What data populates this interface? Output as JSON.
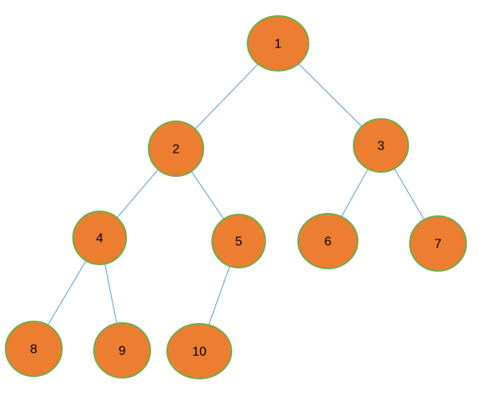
{
  "colors": {
    "node_fill": "#ed7d31",
    "node_stroke": "#70ad47",
    "edge": "#5b9bd5",
    "label": "#000000"
  },
  "nodes": [
    {
      "id": "n1",
      "label": "1"
    },
    {
      "id": "n2",
      "label": "2"
    },
    {
      "id": "n3",
      "label": "3"
    },
    {
      "id": "n4",
      "label": "4"
    },
    {
      "id": "n5",
      "label": "5"
    },
    {
      "id": "n6",
      "label": "6"
    },
    {
      "id": "n7",
      "label": "7"
    },
    {
      "id": "n8",
      "label": "8"
    },
    {
      "id": "n9",
      "label": "9"
    },
    {
      "id": "n10",
      "label": "10"
    }
  ],
  "edges": [
    {
      "from": "n1",
      "to": "n2"
    },
    {
      "from": "n1",
      "to": "n3"
    },
    {
      "from": "n2",
      "to": "n4"
    },
    {
      "from": "n2",
      "to": "n5"
    },
    {
      "from": "n3",
      "to": "n6"
    },
    {
      "from": "n3",
      "to": "n7"
    },
    {
      "from": "n4",
      "to": "n8"
    },
    {
      "from": "n4",
      "to": "n9"
    },
    {
      "from": "n5",
      "to": "n10"
    }
  ]
}
